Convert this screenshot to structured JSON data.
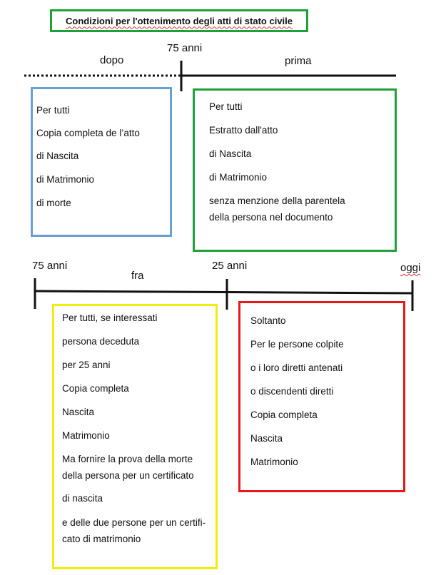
{
  "title": "Condizioni per l'ottenimento degli atti di stato civile",
  "timeline_top": {
    "mark": "75 anni",
    "left_label": "dopo",
    "right_label": "prima"
  },
  "timeline_bottom": {
    "left_mark": "75 anni",
    "mid_mark": "25 anni",
    "right_mark": "oggi",
    "between_label": "fra"
  },
  "boxes": {
    "blue": {
      "color": "#6a9fd4",
      "lines": [
        "Per tutti",
        "Copia completa de l’atto",
        "di Nascita",
        "di Matrimonio",
        "di morte"
      ]
    },
    "green": {
      "color": "#1fa13a",
      "lines": [
        "Per tutti",
        "Estratto dall'atto",
        "di Nascita",
        " di Matrimonio",
        "senza menzione della parentela",
        "della persona nel documento"
      ]
    },
    "yellow": {
      "color": "#f4ec0a",
      "lines": [
        "Per tutti, se interessati",
        "persona deceduta",
        "per 25 anni",
        "Copia completa",
        "Nascita",
        "Matrimonio",
        "Ma fornire la prova della morte",
        "della persona per un certificato",
        "di nascita",
        "e delle due persone per un certifi-",
        "cato di matrimonio"
      ]
    },
    "red": {
      "color": "#e8191a",
      "lines": [
        "Soltanto",
        "Per le persone colpite",
        "o i loro diretti antenati",
        "o discendenti diretti",
        "Copia completa",
        "Nascita",
        "Matrimonio"
      ]
    }
  }
}
